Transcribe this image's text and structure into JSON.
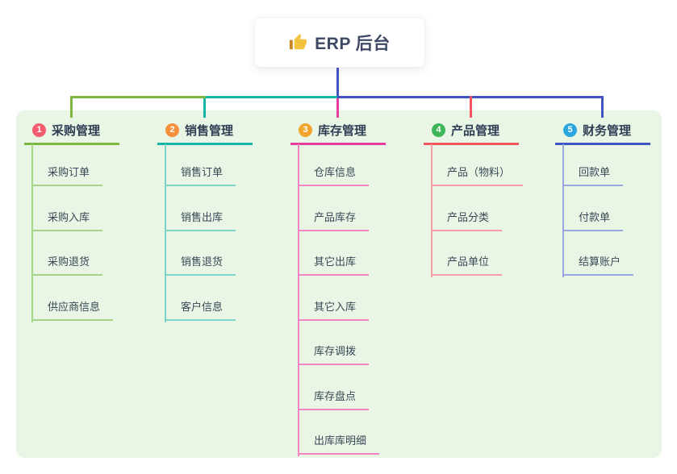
{
  "root": {
    "title": "ERP 后台",
    "icon": "thumbs-up-icon"
  },
  "canvas": {
    "background": "#ffffff",
    "panel_background": "#eaf6e5",
    "root_line_color": "#4154c4"
  },
  "branches": [
    {
      "badge": "1",
      "label": "采购管理",
      "badge_color": "#f25d6d",
      "line_color": "#7cb83e",
      "light_color": "#a8d488",
      "children": [
        "采购订单",
        "采购入库",
        "采购退货",
        "供应商信息"
      ]
    },
    {
      "badge": "2",
      "label": "销售管理",
      "badge_color": "#f68e3e",
      "line_color": "#13b5a9",
      "light_color": "#7fd5ca",
      "children": [
        "销售订单",
        "销售出库",
        "销售退货",
        "客户信息"
      ]
    },
    {
      "badge": "3",
      "label": "库存管理",
      "badge_color": "#f2a52e",
      "line_color": "#e53c9e",
      "light_color": "#f186c3",
      "children": [
        "仓库信息",
        "产品库存",
        "其它出库",
        "其它入库",
        "库存调拨",
        "库存盘点",
        "出库库明细"
      ]
    },
    {
      "badge": "4",
      "label": "产品管理",
      "badge_color": "#3db558",
      "line_color": "#f1545f",
      "light_color": "#f79da6",
      "children": [
        "产品（物料）",
        "产品分类",
        "产品单位"
      ]
    },
    {
      "badge": "5",
      "label": "财务管理",
      "badge_color": "#2ca7dd",
      "line_color": "#4154c4",
      "light_color": "#98a8e0",
      "children": [
        "回款单",
        "付款单",
        "结算账户"
      ]
    }
  ]
}
